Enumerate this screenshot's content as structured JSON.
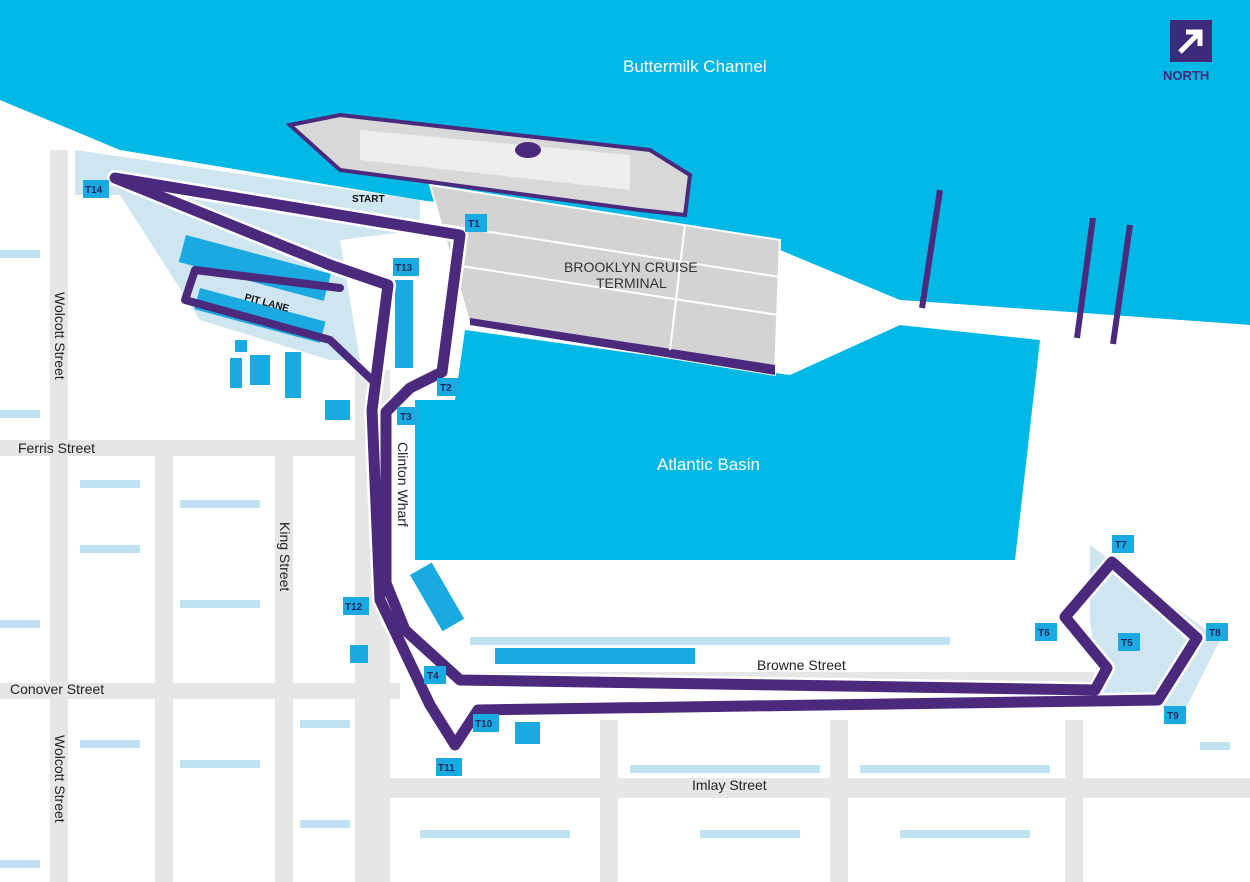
{
  "colors": {
    "water": "#00b8e6",
    "land": "#ffffff",
    "street": "#e0e0e0",
    "block": "#f5f5f5",
    "track": "#4b2a7e",
    "track_edge": "#ffffff",
    "paddock": "#cfe6f0",
    "building_blue": "#1aa9e0",
    "turn_marker": "#1aa9e0",
    "terminal_roof": "#cfcfcf",
    "north_badge": "#3c2a7a"
  },
  "water_labels": {
    "buttermilk": "Buttermilk Channel",
    "atlantic": "Atlantic Basin"
  },
  "streets": {
    "wolcott_1": "Wolcott Street",
    "wolcott_2": "Wolcott Street",
    "ferris": "Ferris Street",
    "king": "King Street",
    "conover": "Conover Street",
    "clinton_wharf": "Clinton Wharf",
    "browne": "Browne Street",
    "imlay": "Imlay Street"
  },
  "terminal": {
    "line1": "BROOKLYN CRUISE",
    "line2": "TERMINAL"
  },
  "track_labels": {
    "start": "START",
    "pit_lane": "PIT LANE"
  },
  "north": {
    "label": "NORTH",
    "icon": "north-arrow-icon"
  },
  "turns": [
    {
      "label": "T1"
    },
    {
      "label": "T2"
    },
    {
      "label": "T3"
    },
    {
      "label": "T4"
    },
    {
      "label": "T5"
    },
    {
      "label": "T6"
    },
    {
      "label": "T7"
    },
    {
      "label": "T8"
    },
    {
      "label": "T9"
    },
    {
      "label": "T10"
    },
    {
      "label": "T11"
    },
    {
      "label": "T12"
    },
    {
      "label": "T13"
    },
    {
      "label": "T14"
    }
  ]
}
